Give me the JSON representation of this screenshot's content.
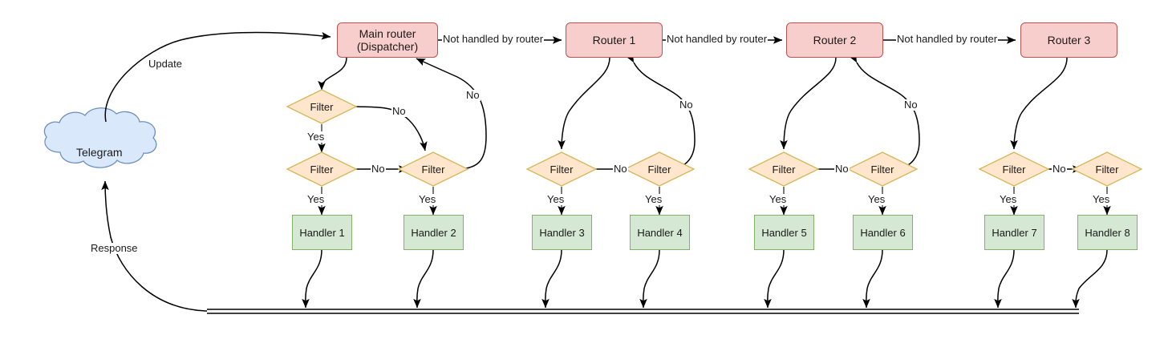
{
  "diagram": {
    "title": "Telegram bot update dispatch flow",
    "colors": {
      "router_fill": "#f8cecc",
      "router_stroke": "#b85450",
      "filter_fill": "#ffe6cc",
      "filter_stroke": "#d6b656",
      "handler_fill": "#d5e8d4",
      "handler_stroke": "#82b366",
      "cloud_fill": "#dae8fc",
      "cloud_stroke": "#6c8ebf",
      "edge_stroke": "#000000"
    },
    "source": {
      "label": "Telegram"
    },
    "routers": [
      {
        "id": "main",
        "line1": "Main router",
        "line2": "(Dispatcher)"
      },
      {
        "id": "r1",
        "line1": "Router 1",
        "line2": ""
      },
      {
        "id": "r2",
        "line1": "Router 2",
        "line2": ""
      },
      {
        "id": "r3",
        "line1": "Router 3",
        "line2": ""
      }
    ],
    "filters": [
      {
        "id": "f0",
        "label": "Filter"
      },
      {
        "id": "f1",
        "label": "Filter"
      },
      {
        "id": "f2",
        "label": "Filter"
      },
      {
        "id": "f3",
        "label": "Filter"
      },
      {
        "id": "f4",
        "label": "Filter"
      },
      {
        "id": "f5",
        "label": "Filter"
      },
      {
        "id": "f6",
        "label": "Filter"
      },
      {
        "id": "f7",
        "label": "Filter"
      },
      {
        "id": "f8",
        "label": "Filter"
      }
    ],
    "handlers": [
      {
        "id": "h1",
        "label": "Handler 1"
      },
      {
        "id": "h2",
        "label": "Handler 2"
      },
      {
        "id": "h3",
        "label": "Handler 3"
      },
      {
        "id": "h4",
        "label": "Handler 4"
      },
      {
        "id": "h5",
        "label": "Handler 5"
      },
      {
        "id": "h6",
        "label": "Handler 6"
      },
      {
        "id": "h7",
        "label": "Handler 7"
      },
      {
        "id": "h8",
        "label": "Handler 8"
      }
    ],
    "edge_labels": {
      "update": "Update",
      "response": "Response",
      "not_handled_1": "Not handled by router",
      "not_handled_2": "Not handled by router",
      "not_handled_3": "Not handled by router",
      "yes": "Yes",
      "no": "No",
      "no_a0": "No",
      "no_b0": "No",
      "no_c0": "No",
      "yes_1": "Yes",
      "yes_2": "Yes",
      "yes_3": "Yes",
      "yes_4": "Yes",
      "yes_5": "Yes",
      "yes_6": "Yes",
      "yes_7": "Yes",
      "yes_8": "Yes",
      "yes_top": "Yes",
      "no_1": "No",
      "no_2": "No",
      "no_3": "No",
      "no_4": "No",
      "no_back_1": "No",
      "no_back_2": "No",
      "no_back_3": "No"
    }
  }
}
